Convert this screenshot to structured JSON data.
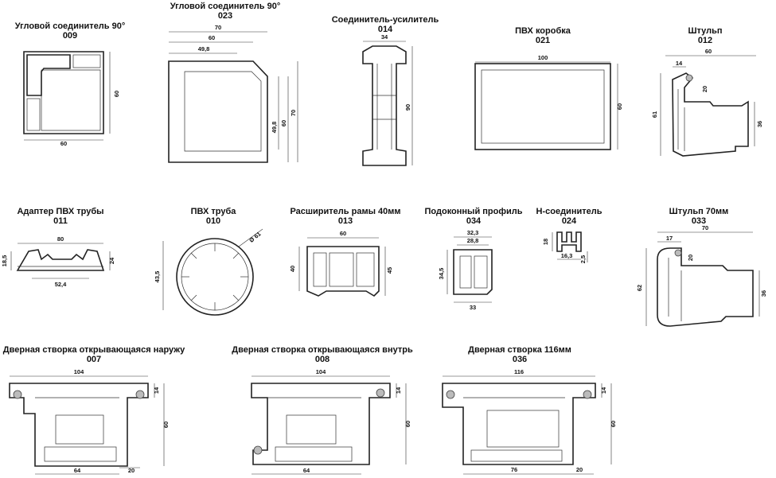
{
  "profiles": [
    {
      "id": "p009",
      "title": "Угловой соединитель 90°",
      "code": "009",
      "dims": [
        "60",
        "60"
      ]
    },
    {
      "id": "p023",
      "title": "Угловой соединитель 90°",
      "code": "023",
      "dims": [
        "70",
        "60",
        "49,8",
        "49,8",
        "60",
        "70"
      ]
    },
    {
      "id": "p014",
      "title": "Соединитель-усилитель",
      "code": "014",
      "dims": [
        "34",
        "90"
      ]
    },
    {
      "id": "p021",
      "title": "ПВХ коробка",
      "code": "021",
      "dims": [
        "100",
        "60"
      ]
    },
    {
      "id": "p012",
      "title": "Штульп",
      "code": "012",
      "dims": [
        "60",
        "14",
        "20",
        "61",
        "36"
      ]
    },
    {
      "id": "p011",
      "title": "Адаптер ПВХ трубы",
      "code": "011",
      "dims": [
        "80",
        "18,5",
        "24",
        "52,4"
      ]
    },
    {
      "id": "p010",
      "title": "ПВХ труба",
      "code": "010",
      "dims": [
        "Ø 61",
        "43,5"
      ]
    },
    {
      "id": "p013",
      "title": "Расширитель рамы 40мм",
      "code": "013",
      "dims": [
        "60",
        "40",
        "45"
      ]
    },
    {
      "id": "p034",
      "title": "Подоконный профиль",
      "code": "034",
      "dims": [
        "32,3",
        "28,8",
        "34,5",
        "33"
      ]
    },
    {
      "id": "p024",
      "title": "Н-соединитель",
      "code": "024",
      "dims": [
        "18",
        "16,3",
        "2,5"
      ]
    },
    {
      "id": "p033",
      "title": "Штульп 70мм",
      "code": "033",
      "dims": [
        "70",
        "17",
        "20",
        "62",
        "36"
      ]
    },
    {
      "id": "p007",
      "title": "Дверная створка открывающаяся наружу",
      "code": "007",
      "dims": [
        "104",
        "14",
        "60",
        "64",
        "20"
      ]
    },
    {
      "id": "p008",
      "title": "Дверная створка открывающаяся внутрь",
      "code": "008",
      "dims": [
        "104",
        "14",
        "60",
        "64"
      ]
    },
    {
      "id": "p036",
      "title": "Дверная створка 116мм",
      "code": "036",
      "dims": [
        "116",
        "14",
        "60",
        "76",
        "20"
      ]
    }
  ]
}
